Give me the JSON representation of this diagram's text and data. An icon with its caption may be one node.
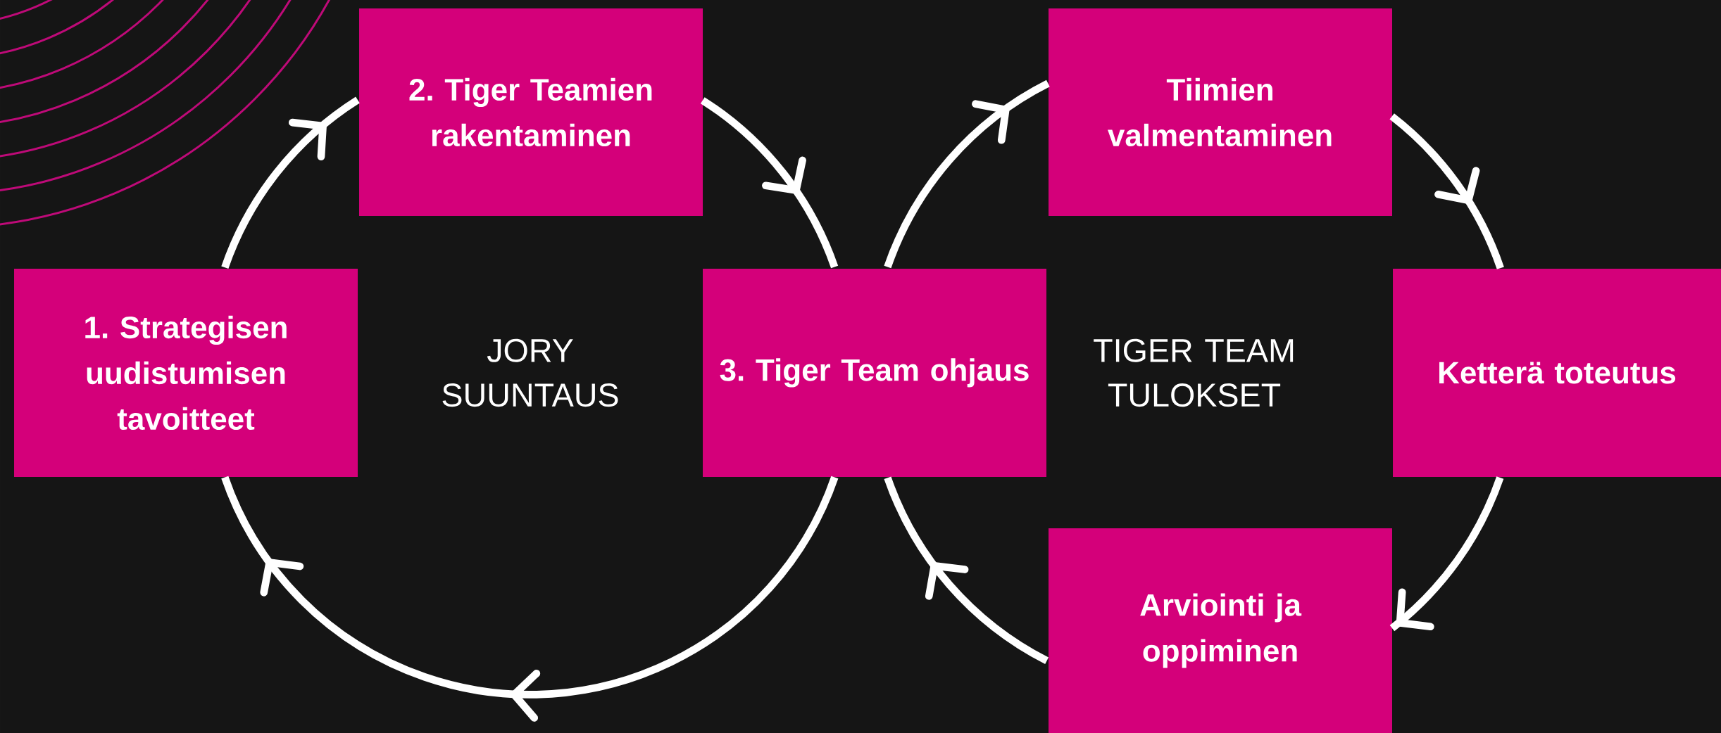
{
  "diagram": {
    "nodes": [
      {
        "text": [
          "1. Strategisen uudistumisen tavoitteet"
        ]
      },
      {
        "text": [
          "2. Tiger Teamien rakentaminen"
        ]
      },
      {
        "text": [
          "3. Tiger Team ohjaus"
        ]
      },
      {
        "text": [
          "Tiimien valmentaminen"
        ]
      },
      {
        "text": [
          "Ketterä toteutus"
        ]
      },
      {
        "text": [
          "Arviointi ja oppiminen"
        ]
      }
    ],
    "edges": [
      {
        "from": 0,
        "to": 1,
        "arrow": "to"
      },
      {
        "from": 1,
        "to": 2,
        "arrow": "to"
      },
      {
        "from": 2,
        "to": 0,
        "arrow": "to"
      },
      {
        "from": 2,
        "to": 3,
        "arrow": "to"
      },
      {
        "from": 3,
        "to": 4,
        "arrow": "to"
      },
      {
        "from": 4,
        "to": 5,
        "arrow": "to"
      },
      {
        "from": 5,
        "to": 2,
        "arrow": "to"
      }
    ],
    "labels": [
      "JORY SUUNTAUS",
      "TIGER TEAM TULOKSET"
    ]
  }
}
